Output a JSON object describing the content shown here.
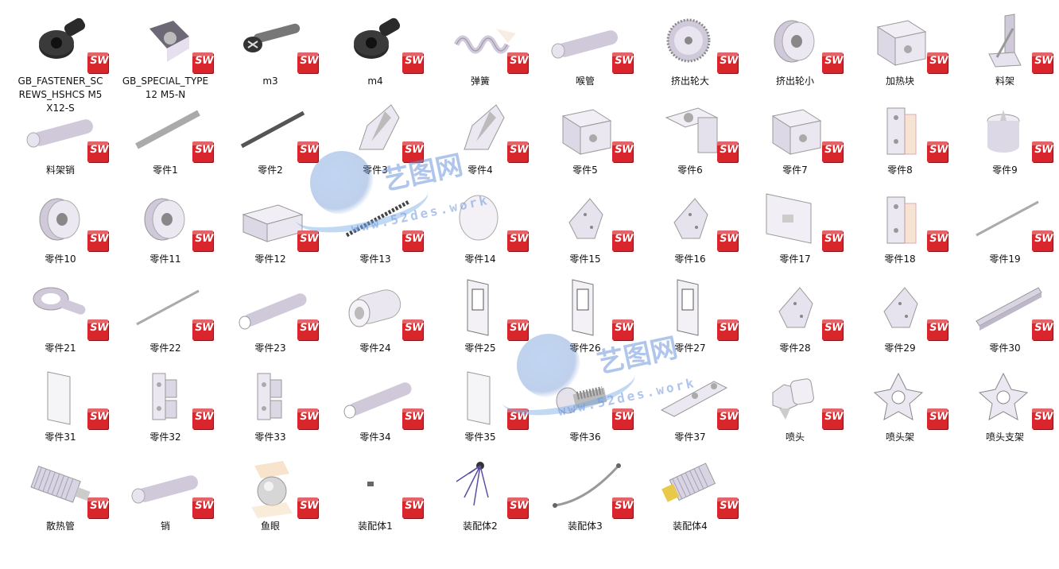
{
  "watermark": {
    "title": "艺图网",
    "url": "www.52des.work"
  },
  "badge_label": "SW",
  "items": [
    {
      "label": "GB_FASTENER_SCREWS_HSHCS M5X12-S",
      "icon": "socket-cap-screw-icon"
    },
    {
      "label": "GB_SPECIAL_TYPE12 M5-N",
      "icon": "square-nut-icon"
    },
    {
      "label": "m3",
      "icon": "countersunk-screw-icon"
    },
    {
      "label": "m4",
      "icon": "cap-screw-icon"
    },
    {
      "label": "弹簧",
      "icon": "spring-icon"
    },
    {
      "label": "喉管",
      "icon": "throat-tube-icon"
    },
    {
      "label": "挤出轮大",
      "icon": "large-gear-icon"
    },
    {
      "label": "挤出轮小",
      "icon": "small-wheel-icon"
    },
    {
      "label": "加热块",
      "icon": "heater-block-icon"
    },
    {
      "label": "料架",
      "icon": "rack-bracket-icon"
    },
    {
      "label": "料架销",
      "icon": "cylinder-pin-icon"
    },
    {
      "label": "零件1",
      "icon": "rail-icon"
    },
    {
      "label": "零件2",
      "icon": "rod-icon"
    },
    {
      "label": "零件3",
      "icon": "bracket-icon"
    },
    {
      "label": "零件4",
      "icon": "bracket-icon"
    },
    {
      "label": "零件5",
      "icon": "block-icon"
    },
    {
      "label": "零件6",
      "icon": "plate-bracket-icon"
    },
    {
      "label": "零件7",
      "icon": "block-icon"
    },
    {
      "label": "零件8",
      "icon": "plate-icon"
    },
    {
      "label": "零件9",
      "icon": "cup-icon"
    },
    {
      "label": "零件10",
      "icon": "pulley-icon"
    },
    {
      "label": "零件11",
      "icon": "pulley-icon"
    },
    {
      "label": "零件12",
      "icon": "slider-block-icon"
    },
    {
      "label": "零件13",
      "icon": "threaded-rod-icon"
    },
    {
      "label": "零件14",
      "icon": "disc-icon"
    },
    {
      "label": "零件15",
      "icon": "triangle-plate-icon"
    },
    {
      "label": "零件16",
      "icon": "triangle-plate-icon"
    },
    {
      "label": "零件17",
      "icon": "flat-plate-icon"
    },
    {
      "label": "零件18",
      "icon": "plate-icon"
    },
    {
      "label": "零件19",
      "icon": "thin-rod-icon"
    },
    {
      "label": "零件21",
      "icon": "eye-bolt-icon"
    },
    {
      "label": "零件22",
      "icon": "thin-rod-icon"
    },
    {
      "label": "零件23",
      "icon": "tube-icon"
    },
    {
      "label": "零件24",
      "icon": "sleeve-icon"
    },
    {
      "label": "零件25",
      "icon": "frame-plate-icon"
    },
    {
      "label": "零件26",
      "icon": "frame-plate-icon"
    },
    {
      "label": "零件27",
      "icon": "frame-plate-icon"
    },
    {
      "label": "零件28",
      "icon": "triangle-plate-icon"
    },
    {
      "label": "零件29",
      "icon": "triangle-plate-icon"
    },
    {
      "label": "零件30",
      "icon": "channel-icon"
    },
    {
      "label": "零件31",
      "icon": "sheet-icon"
    },
    {
      "label": "零件32",
      "icon": "hinge-icon"
    },
    {
      "label": "零件33",
      "icon": "hinge-icon"
    },
    {
      "label": "零件34",
      "icon": "tube-icon"
    },
    {
      "label": "零件35",
      "icon": "sheet-icon"
    },
    {
      "label": "零件36",
      "icon": "bolt-icon"
    },
    {
      "label": "零件37",
      "icon": "bent-plate-icon"
    },
    {
      "label": "喷头",
      "icon": "nozzle-icon"
    },
    {
      "label": "喷头架",
      "icon": "star-plate-icon"
    },
    {
      "label": "喷头支架",
      "icon": "star-plate-icon"
    },
    {
      "label": "散热管",
      "icon": "heatsink-icon"
    },
    {
      "label": "销",
      "icon": "pin-icon"
    },
    {
      "label": "鱼眼",
      "icon": "ball-joint-icon"
    },
    {
      "label": "装配体1",
      "icon": "tiny-assembly-icon"
    },
    {
      "label": "装配体2",
      "icon": "wire-assembly-icon"
    },
    {
      "label": "装配体3",
      "icon": "wire-icon"
    },
    {
      "label": "装配体4",
      "icon": "hotend-icon"
    }
  ]
}
